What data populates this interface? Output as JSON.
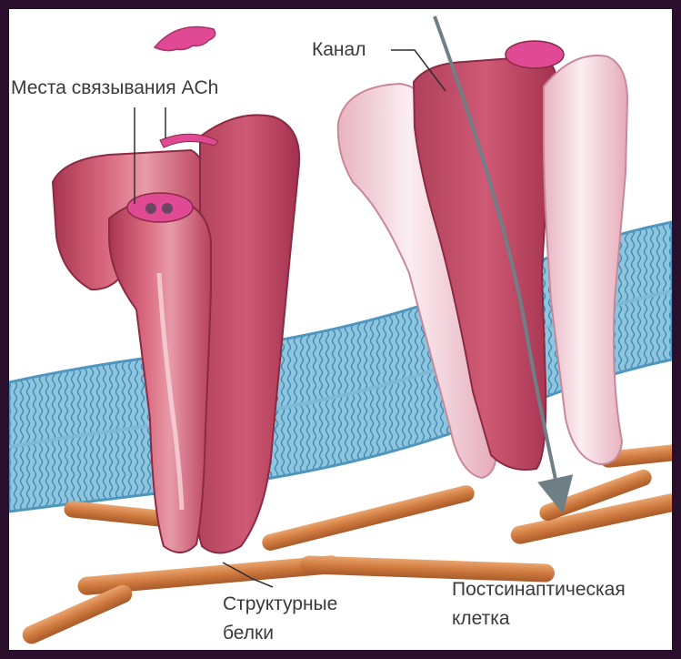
{
  "labels": {
    "binding_sites": "Места связывания ACh",
    "channel": "Канал",
    "structural_line1": "Структурные",
    "structural_line2": "белки",
    "postsynaptic_line1": "Постсинаптическая",
    "postsynaptic_line2": "клетка"
  },
  "colors": {
    "frame": "#2a0f2c",
    "background": "#ffffff",
    "membrane": "#8cc5dd",
    "membrane_lipid": "#3f86ad",
    "receptor_dark": "#c84b68",
    "receptor_light": "#f3d4dc",
    "binding_site": "#e04a94",
    "structural_protein": "#d98a4f",
    "arrow": "#6f7f86"
  }
}
